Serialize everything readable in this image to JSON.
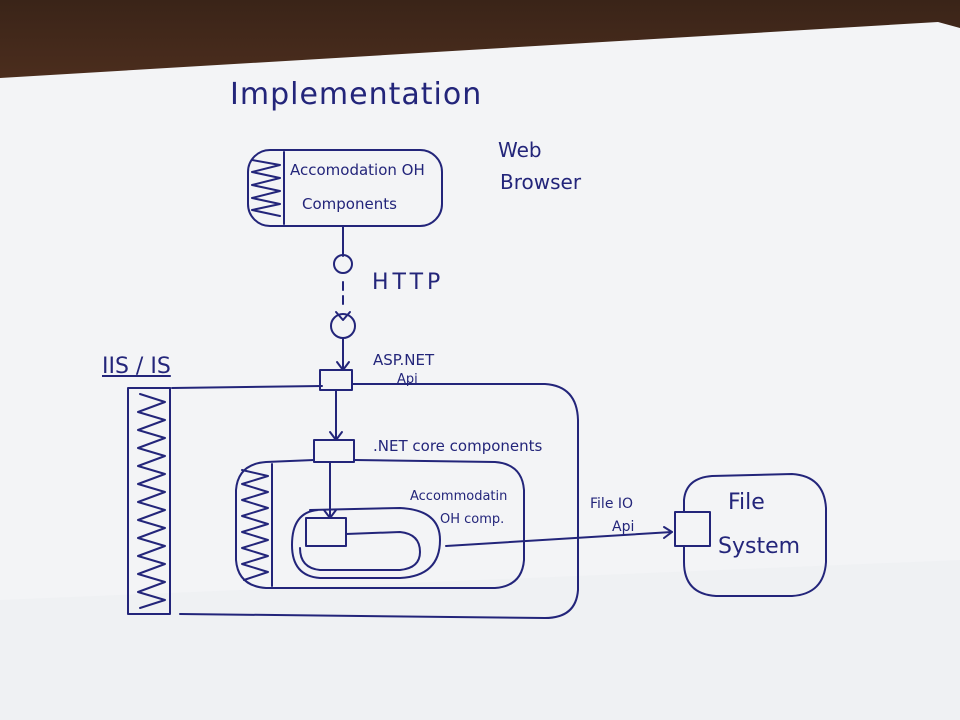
{
  "diagram": {
    "title": "Implementation",
    "web_browser": {
      "line1": "Web",
      "line2": "Browser"
    },
    "browser_component": {
      "line1": "Accomodation OH",
      "line2": "Components"
    },
    "http_label": "HTTP",
    "asp_net_api": {
      "line1": "ASP.NET",
      "line2": "Api"
    },
    "iis_label": "IIS / IS",
    "net_core_label": ".NET core components",
    "accommodation_comp": {
      "line1": "Accommodatin",
      "line2": "OH comp."
    },
    "file_io_api": {
      "line1": "File IO",
      "line2": "Api"
    },
    "file_system": {
      "line1": "File",
      "line2": "System"
    }
  },
  "colors": {
    "ink": "#23257a",
    "paper": "#f4f5f7",
    "table": "#4a2c1c"
  }
}
